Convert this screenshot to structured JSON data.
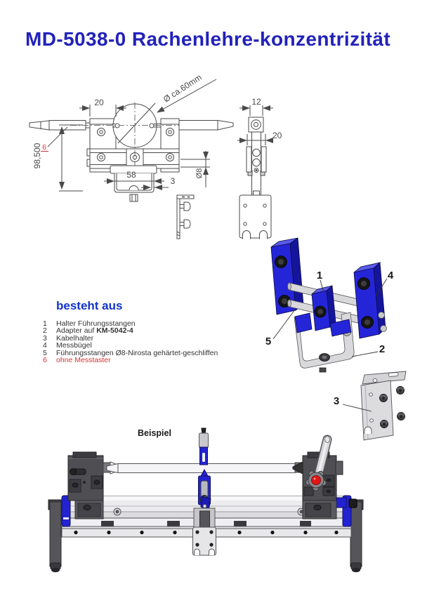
{
  "title": "MD-5038-0 Rachenlehre-konzentrizität",
  "front_view": {
    "dim_width_top": "20",
    "dim_dial": "Ø ca.60mm",
    "dim_height": "98,500",
    "dim_bracket_width": "58",
    "dim_wall": "3",
    "dim_rod": "Ø8",
    "ref_no_probe": "6"
  },
  "side_view": {
    "dim_width": "12",
    "dim_offset": "20"
  },
  "assembly_labels": {
    "halter": "1",
    "adapter": "2",
    "kabelhalter": "3",
    "messbuegel": "4",
    "stangen": "5"
  },
  "parts_list": {
    "heading": "besteht aus",
    "items": [
      {
        "num": "1",
        "text": "Halter Führungsstangen",
        "text_bold": ""
      },
      {
        "num": "2",
        "text": "Adapter auf ",
        "text_bold": "KM-5042-4"
      },
      {
        "num": "3",
        "text": "Kabelhalter",
        "text_bold": ""
      },
      {
        "num": "4",
        "text": "Messbügel",
        "text_bold": ""
      },
      {
        "num": "5",
        "text": "Führungsstangen Ø8-Nirosta gehärtet-geschliffen",
        "text_bold": ""
      },
      {
        "num": "6",
        "text": "ohne Messtaster",
        "text_bold": ""
      }
    ]
  },
  "example": {
    "label": "Beispiel"
  },
  "colors": {
    "title-blue": "#2222bb",
    "heading-blue": "#1133cc",
    "accent-red": "#e03030",
    "part-blue": "#2323d2",
    "line": "#4a4a4a"
  }
}
